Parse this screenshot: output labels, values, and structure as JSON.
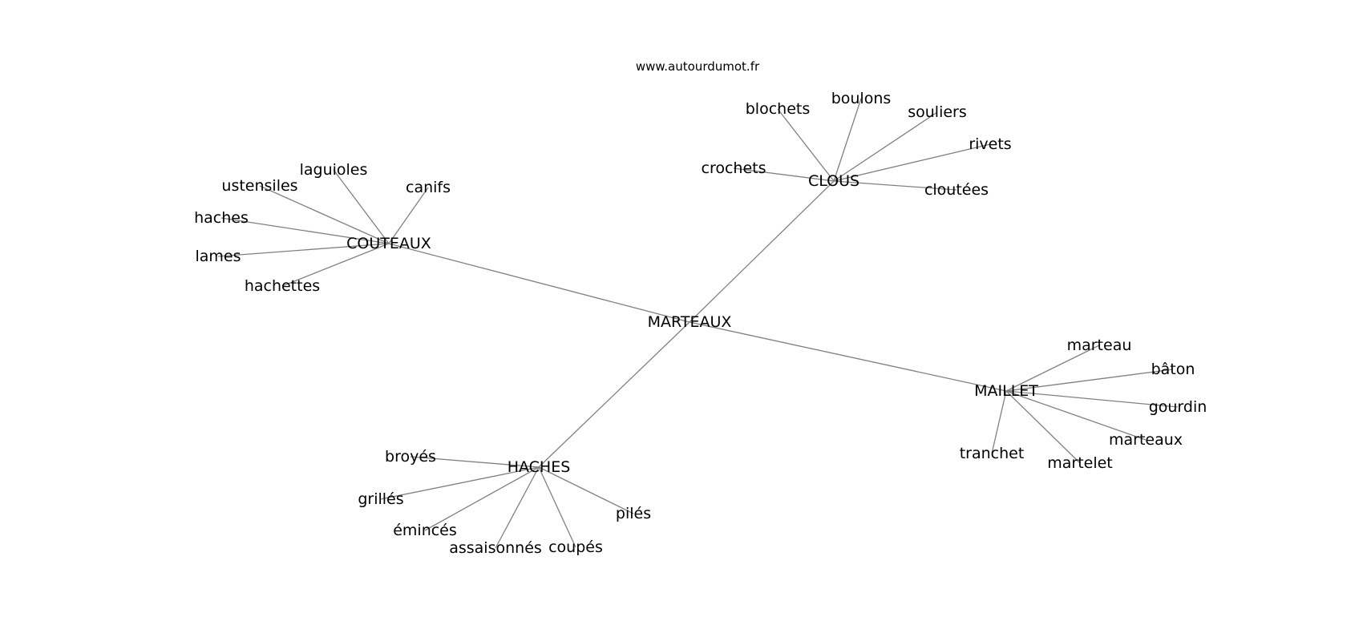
{
  "source": "www.autourdumot.fr",
  "root": "MARTEAUX",
  "clusters": [
    {
      "hub": "COUTEAUX",
      "leaves": [
        "laguioles",
        "canifs",
        "ustensiles",
        "haches",
        "lames",
        "hachettes"
      ]
    },
    {
      "hub": "CLOUS",
      "leaves": [
        "blochets",
        "boulons",
        "souliers",
        "rivets",
        "crochets",
        "cloutées"
      ]
    },
    {
      "hub": "MAILLET",
      "leaves": [
        "marteau",
        "bâton",
        "gourdin",
        "marteaux",
        "martelet",
        "tranchet"
      ]
    },
    {
      "hub": "HACHES",
      "leaves": [
        "broyés",
        "grillés",
        "émincés",
        "assaisonnés",
        "coupés",
        "pilés"
      ]
    }
  ]
}
